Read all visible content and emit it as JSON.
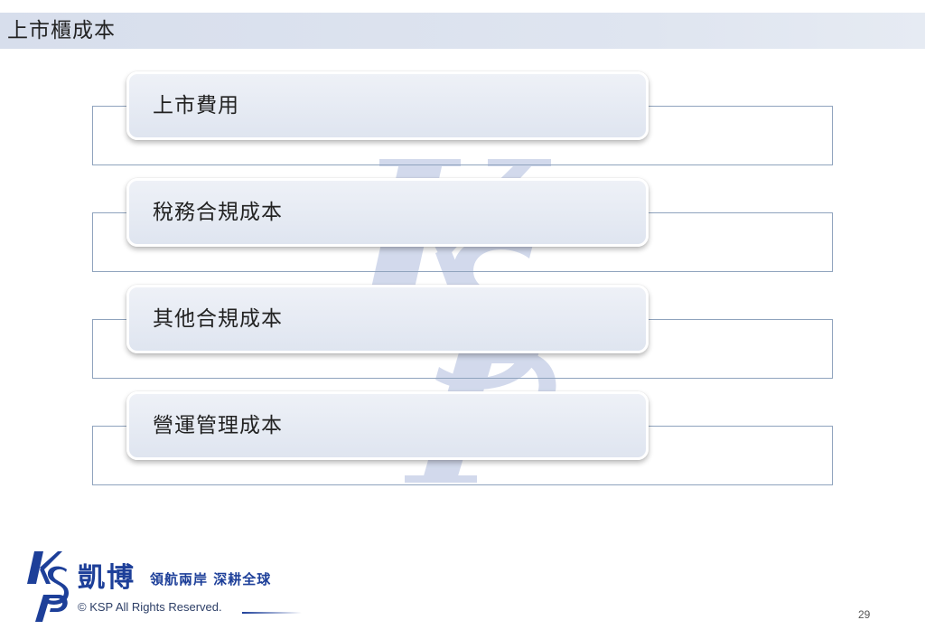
{
  "slide": {
    "title": "上市櫃成本",
    "page_number": "29"
  },
  "items": [
    {
      "label": "上市費用"
    },
    {
      "label": "稅務合規成本"
    },
    {
      "label": "其他合規成本"
    },
    {
      "label": "營運管理成本"
    }
  ],
  "watermark": {
    "letters": "KSP",
    "color": "#c3cde6"
  },
  "footer": {
    "brand_mark": "KSP",
    "brand_name": "凱博",
    "tagline": "領航兩岸 深耕全球",
    "copyright": "© KSP All Rights Reserved.",
    "brand_color": "#1d3f99"
  }
}
